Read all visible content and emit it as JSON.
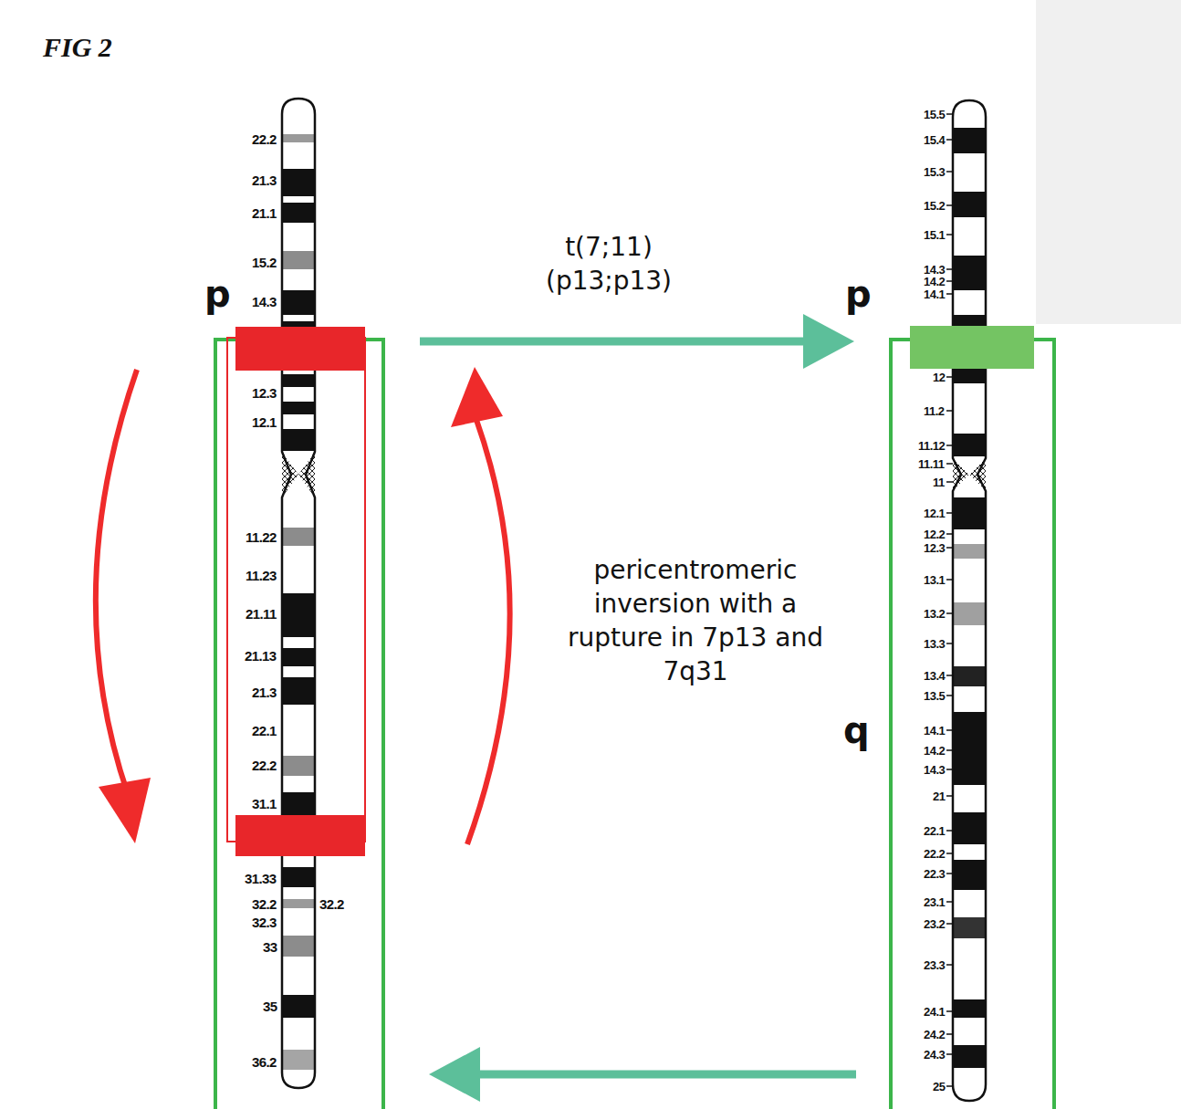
{
  "diagram": {
    "title": "FIG 2",
    "labels": [
      "p",
      "t(7;11) (p13;p13)",
      "p",
      "pericentromeric inversion with a rupture in 7p13 and 7q31",
      "q",
      "22.2",
      "21.3",
      "21.1",
      "15.2",
      "14.3",
      "12.3",
      "12.1",
      "11.22",
      "11.23",
      "21.11",
      "21.13",
      "21.3",
      "22.1",
      "22.2",
      "31.1",
      "31.33",
      "32.2",
      "32.3",
      "33",
      "35",
      "36.2",
      "32.2",
      "15.5",
      "15.4",
      "15.3",
      "15.2",
      "15.1",
      "14.3",
      "14.2",
      "14.1",
      "12",
      "11.2",
      "11.12",
      "11.11",
      "11",
      "12.1",
      "12.2",
      "12.3",
      "13.1",
      "13.2",
      "13.3",
      "13.4",
      "13.5",
      "14.1",
      "14.2",
      "14.3",
      "21",
      "22.1",
      "22.2",
      "22.3",
      "23.1",
      "23.2",
      "23.3",
      "24.1",
      "24.2",
      "24.3",
      "25"
    ]
  }
}
